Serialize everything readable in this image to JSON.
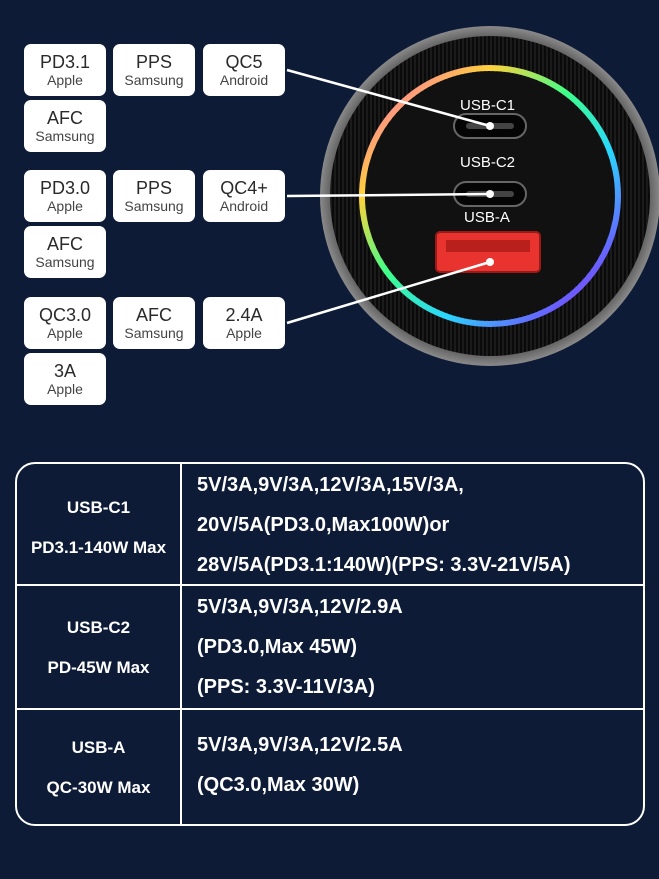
{
  "badge_groups": [
    [
      {
        "main": "PD3.1",
        "sub": "Apple"
      },
      {
        "main": "PPS",
        "sub": "Samsung"
      },
      {
        "main": "QC5",
        "sub": "Android"
      },
      {
        "main": "AFC",
        "sub": "Samsung"
      }
    ],
    [
      {
        "main": "PD3.0",
        "sub": "Apple"
      },
      {
        "main": "PPS",
        "sub": "Samsung"
      },
      {
        "main": "QC4+",
        "sub": "Android"
      },
      {
        "main": "AFC",
        "sub": "Samsung"
      }
    ],
    [
      {
        "main": "QC3.0",
        "sub": "Apple"
      },
      {
        "main": "AFC",
        "sub": "Samsung"
      },
      {
        "main": "2.4A",
        "sub": "Apple"
      },
      {
        "main": "3A",
        "sub": "Apple"
      }
    ]
  ],
  "ports": [
    "USB-C1",
    "USB-C2",
    "USB-A"
  ],
  "spec_table": [
    {
      "name": "USB-C1",
      "max": "PD3.1-140W Max",
      "lines": [
        "5V/3A,9V/3A,12V/3A,15V/3A,",
        "20V/5A(PD3.0,Max100W)or",
        "28V/5A(PD3.1:140W)(PPS: 3.3V-21V/5A)"
      ]
    },
    {
      "name": "USB-C2",
      "max": "PD-45W Max",
      "lines": [
        "5V/3A,9V/3A,12V/2.9A",
        "(PD3.0,Max 45W)",
        "(PPS: 3.3V-11V/3A)"
      ]
    },
    {
      "name": "USB-A",
      "max": "QC-30W Max",
      "lines": [
        "5V/3A,9V/3A,12V/2.5A",
        "(QC3.0,Max 30W)"
      ]
    }
  ],
  "colors": {
    "background": "#0d1b36",
    "badge": "#ffffff",
    "usb_a_port": "#e8332f"
  }
}
